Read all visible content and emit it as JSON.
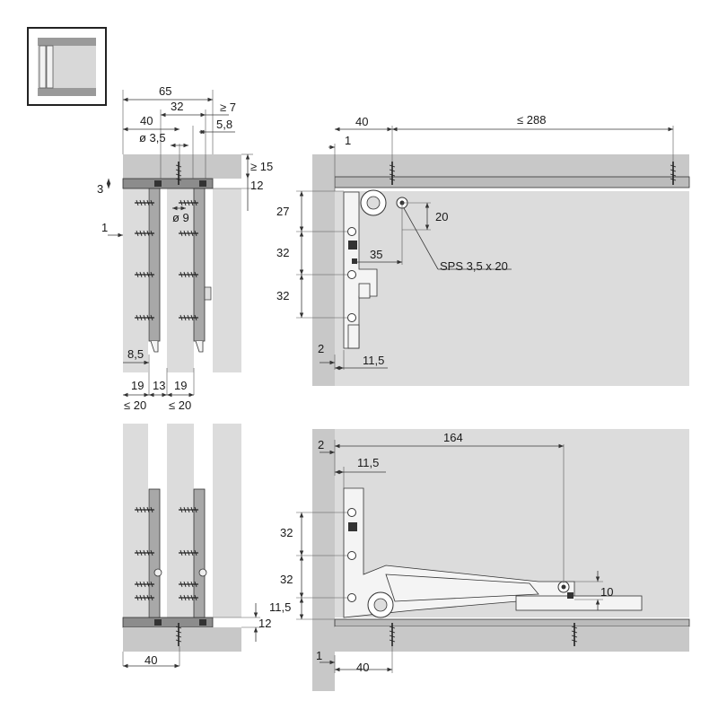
{
  "dimensions": {
    "top_left": {
      "w65": "65",
      "w32": "32",
      "ge7": "≥ 7",
      "w40": "40",
      "w5_8": "5,8",
      "d3_5": "ø 3,5",
      "ge15": "≥ 15",
      "h3": "3",
      "h12": "12",
      "d9": "ø 9",
      "h1": "1",
      "w8_5": "8,5",
      "w19a": "19",
      "w13": "13",
      "w19b": "19",
      "le20a": "≤ 20",
      "le20b": "≤ 20"
    },
    "top_right": {
      "w40": "40",
      "le288": "≤ 288",
      "w1": "1",
      "h27": "27",
      "h20": "20",
      "h32a": "32",
      "w35": "35",
      "sps": "SPS 3,5 x 20",
      "h32b": "32",
      "w2": "2",
      "w11_5": "11,5"
    },
    "bottom_left": {
      "h12": "12",
      "w40": "40"
    },
    "bottom_right": {
      "w2": "2",
      "w164": "164",
      "w11_5": "11,5",
      "h32a": "32",
      "h32b": "32",
      "h10": "10",
      "h11_5": "11,5",
      "w1": "1",
      "w40": "40"
    }
  }
}
